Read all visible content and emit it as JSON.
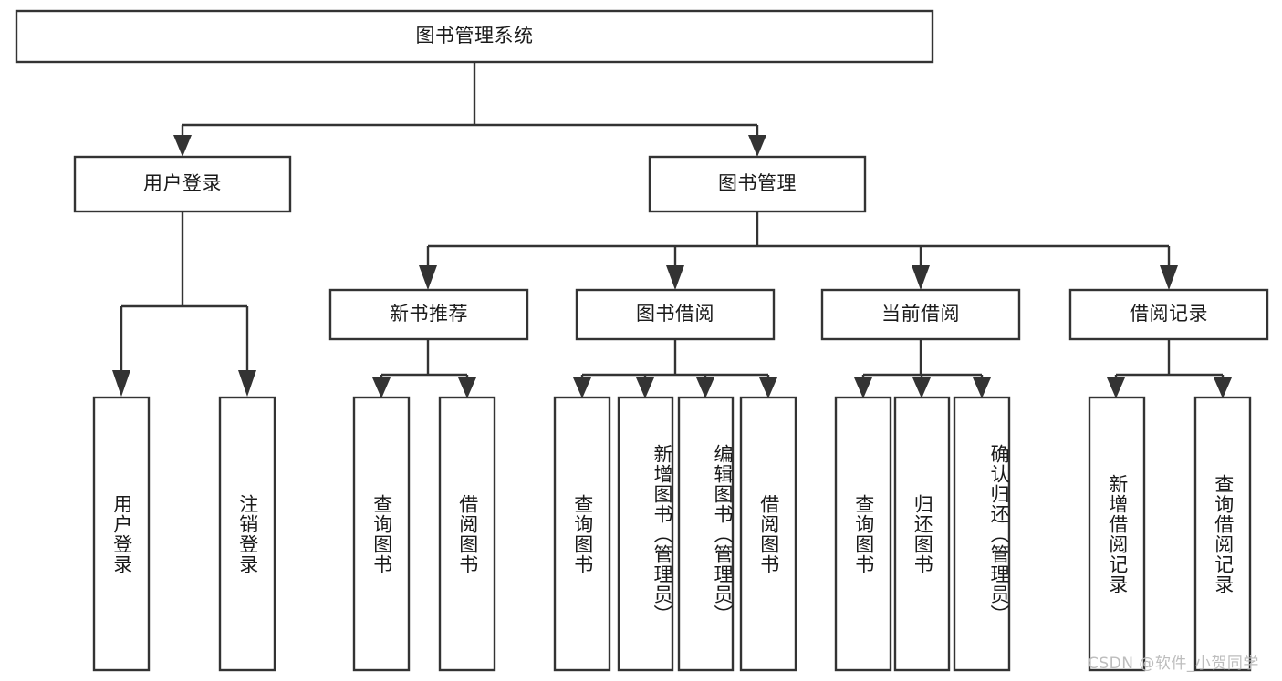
{
  "diagram": {
    "type": "tree-hierarchy-flowchart",
    "title": "图书管理系统",
    "watermark": "CSDN @软件_小贺同学",
    "colors": {
      "background": "#ffffff",
      "stroke": "#333333",
      "text": "#1a1a1a",
      "watermark": "#bdbdbd"
    },
    "levels": [
      {
        "level": 1,
        "nodes": [
          {
            "id": "root",
            "label": "图书管理系统",
            "orientation": "horizontal"
          }
        ]
      },
      {
        "level": 2,
        "nodes": [
          {
            "id": "login",
            "label": "用户登录",
            "orientation": "horizontal",
            "parent": "root"
          },
          {
            "id": "bookmgmt",
            "label": "图书管理",
            "orientation": "horizontal",
            "parent": "root"
          }
        ]
      },
      {
        "level": 3,
        "nodes": [
          {
            "id": "newbook",
            "label": "新书推荐",
            "orientation": "horizontal",
            "parent": "bookmgmt"
          },
          {
            "id": "borrow",
            "label": "图书借阅",
            "orientation": "horizontal",
            "parent": "bookmgmt"
          },
          {
            "id": "current",
            "label": "当前借阅",
            "orientation": "horizontal",
            "parent": "bookmgmt"
          },
          {
            "id": "records",
            "label": "借阅记录",
            "orientation": "horizontal",
            "parent": "bookmgmt"
          }
        ]
      },
      {
        "level": 4,
        "nodes": [
          {
            "id": "leaf1",
            "label": "用户登录",
            "orientation": "vertical",
            "parent": "login"
          },
          {
            "id": "leaf2",
            "label": "注销登录",
            "orientation": "vertical",
            "parent": "login"
          },
          {
            "id": "leaf3",
            "label": "查询图书",
            "orientation": "vertical",
            "parent": "newbook"
          },
          {
            "id": "leaf4",
            "label": "借阅图书",
            "orientation": "vertical",
            "parent": "newbook"
          },
          {
            "id": "leaf5",
            "label": "查询图书",
            "orientation": "vertical",
            "parent": "borrow"
          },
          {
            "id": "leaf6",
            "label": "新增图书（管理员）",
            "orientation": "vertical",
            "parent": "borrow"
          },
          {
            "id": "leaf7",
            "label": "编辑图书（管理员）",
            "orientation": "vertical",
            "parent": "borrow"
          },
          {
            "id": "leaf8",
            "label": "借阅图书",
            "orientation": "vertical",
            "parent": "borrow"
          },
          {
            "id": "leaf9",
            "label": "查询图书",
            "orientation": "vertical",
            "parent": "current"
          },
          {
            "id": "leaf10",
            "label": "归还图书",
            "orientation": "vertical",
            "parent": "current"
          },
          {
            "id": "leaf11",
            "label": "确认归还（管理员）",
            "orientation": "vertical",
            "parent": "current"
          },
          {
            "id": "leaf12",
            "label": "新增借阅记录",
            "orientation": "vertical",
            "parent": "records"
          },
          {
            "id": "leaf13",
            "label": "查询借阅记录",
            "orientation": "vertical",
            "parent": "records"
          }
        ]
      }
    ]
  }
}
